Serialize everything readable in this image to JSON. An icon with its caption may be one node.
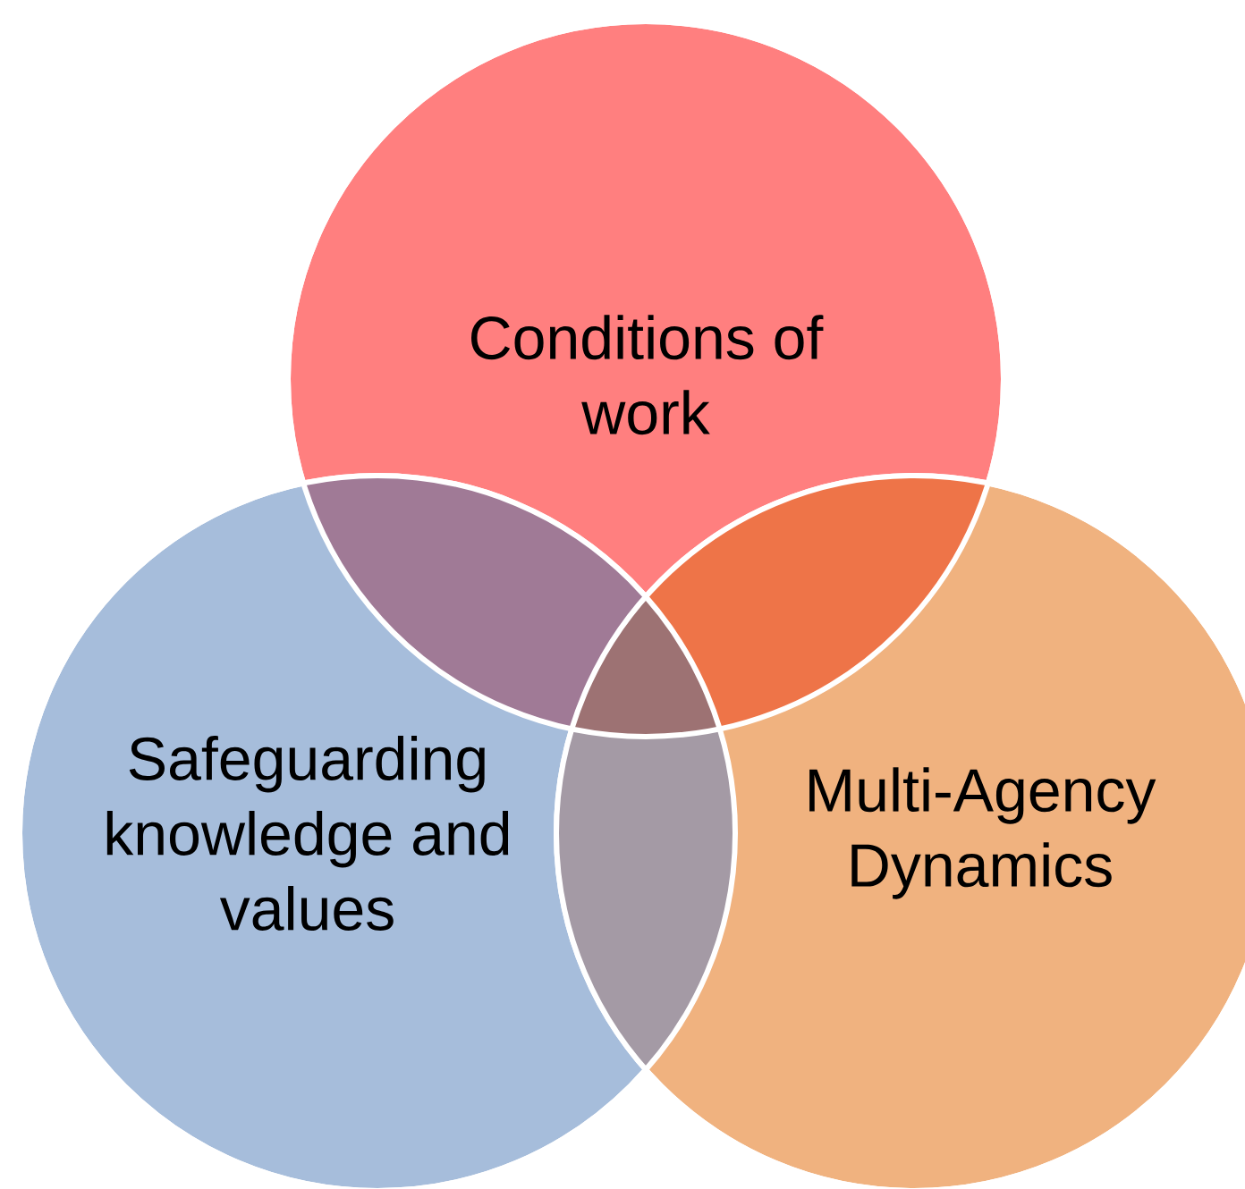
{
  "diagram": {
    "nodes": [
      {
        "text": [
          "Conditions of work"
        ]
      },
      {
        "text": [
          "Safeguarding knowledge and values"
        ]
      },
      {
        "text": [
          "Multi-Agency Dynamics"
        ]
      }
    ]
  }
}
